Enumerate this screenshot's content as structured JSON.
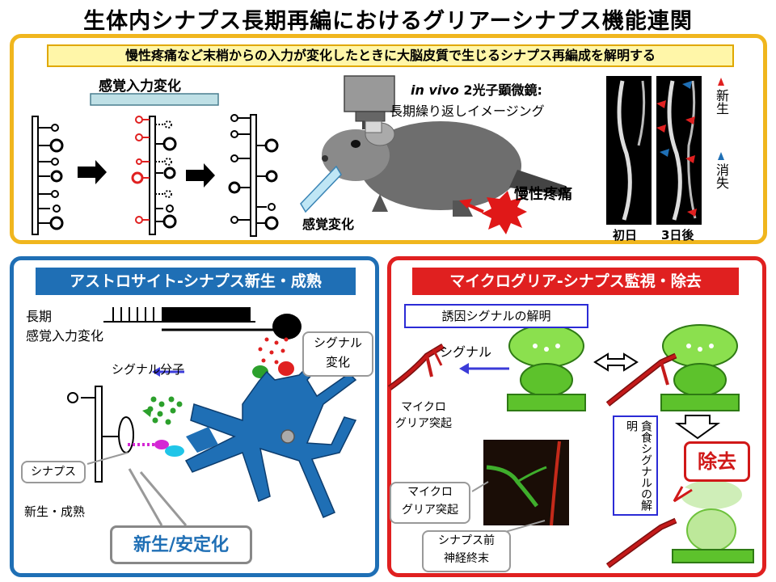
{
  "title": "生体内シナプス長期再編におけるグリアーシナプス機能連関",
  "top": {
    "banner": "慢性疼痛など末梢からの入力が変化したときに大脳皮質で生じるシナプス再編成を解明する",
    "sensory_input_change": "感覚入力変化",
    "microscope_invivo": "in vivo",
    "microscope_rest": " 2光子顕微鏡:",
    "imaging": "長期繰り返しイメージング",
    "sensory_change": "感覚変化",
    "chronic_pain": "慢性疼痛",
    "new_label": "新生",
    "lost_label": "消失",
    "day_first": "初日",
    "day_three": "3日後",
    "colors": {
      "new": "#e02020",
      "lost": "#1f6fb5"
    }
  },
  "astro": {
    "header": "アストロサイト-シナプス新生・成熟",
    "long_term": "長期",
    "sensory_change": "感覚入力変化",
    "signal_change": "シグナル\n変化",
    "signal_molecule": "シグナル分子",
    "synapse": "シナプス",
    "new_mature": "新生・成熟",
    "stabilize": "新生/安定化"
  },
  "micro": {
    "header": "マイクログリア-シナプス監視・除去",
    "induce_signal": "誘因シグナルの解明",
    "signal": "シグナル",
    "process1": "マイクロ\nグリア突起",
    "phago": "貪食シグナルの解明",
    "removal": "除去",
    "process2": "マイクロ\nグリア突起",
    "presyn": "シナプス前\n神経終末"
  }
}
